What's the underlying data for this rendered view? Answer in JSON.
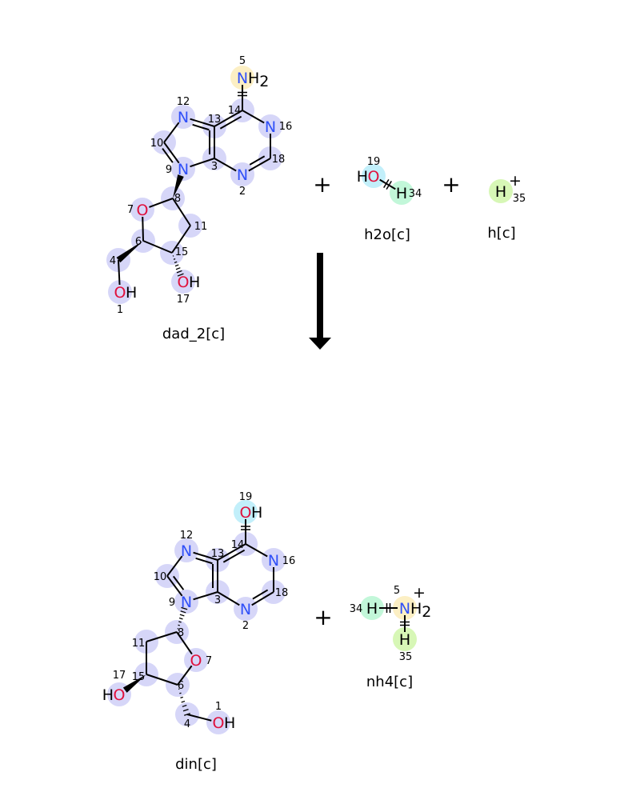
{
  "reaction": {
    "reactants": [
      {
        "name": "dad_2[c]",
        "atoms": [
          {
            "n": "5",
            "sym": "N",
            "suffix": "H2",
            "hl": "#fcefc4"
          },
          {
            "n": "14",
            "sym": "",
            "hl": "#d6d6f8"
          },
          {
            "n": "16",
            "sym": "N",
            "hl": "#d6d6f8"
          },
          {
            "n": "18",
            "sym": "",
            "hl": "#d6d6f8"
          },
          {
            "n": "2",
            "sym": "N",
            "hl": "#d6d6f8"
          },
          {
            "n": "3",
            "sym": "",
            "hl": "#d6d6f8"
          },
          {
            "n": "13",
            "sym": "",
            "hl": "#d6d6f8"
          },
          {
            "n": "12",
            "sym": "N",
            "hl": "#d6d6f8"
          },
          {
            "n": "10",
            "sym": "",
            "hl": "#d6d6f8"
          },
          {
            "n": "9",
            "sym": "N",
            "hl": "#d6d6f8"
          },
          {
            "n": "8",
            "sym": "",
            "hl": "#d6d6f8"
          },
          {
            "n": "7",
            "sym": "O",
            "hl": "#d6d6f8"
          },
          {
            "n": "11",
            "sym": "",
            "hl": "#d6d6f8"
          },
          {
            "n": "15",
            "sym": "",
            "hl": "#d6d6f8"
          },
          {
            "n": "6",
            "sym": "",
            "hl": "#d6d6f8"
          },
          {
            "n": "4",
            "sym": "",
            "hl": "#d6d6f8"
          },
          {
            "n": "1",
            "sym": "O",
            "suffix": "H",
            "hl": "#d6d6f8"
          },
          {
            "n": "17",
            "sym": "O",
            "suffix": "H",
            "hl": "#d6d6f8"
          }
        ]
      },
      {
        "name": "h2o[c]",
        "atoms": [
          {
            "n": "19",
            "sym": "O",
            "prefix": "H",
            "hl": "#c2effa"
          },
          {
            "n": "34",
            "sym": "H",
            "hl": "#c2f7d9"
          }
        ]
      },
      {
        "name": "h[c]",
        "atoms": [
          {
            "n": "35",
            "sym": "H",
            "charge": "+",
            "hl": "#d7f7b6"
          }
        ]
      }
    ],
    "products": [
      {
        "name": "din[c]",
        "atoms": [
          {
            "n": "19",
            "sym": "O",
            "suffix": "H",
            "hl": "#c2effa"
          },
          {
            "n": "14",
            "sym": "",
            "hl": "#d6d6f8"
          },
          {
            "n": "16",
            "sym": "N",
            "hl": "#d6d6f8"
          },
          {
            "n": "18",
            "sym": "",
            "hl": "#d6d6f8"
          },
          {
            "n": "2",
            "sym": "N",
            "hl": "#d6d6f8"
          },
          {
            "n": "3",
            "sym": "",
            "hl": "#d6d6f8"
          },
          {
            "n": "13",
            "sym": "",
            "hl": "#d6d6f8"
          },
          {
            "n": "12",
            "sym": "N",
            "hl": "#d6d6f8"
          },
          {
            "n": "10",
            "sym": "",
            "hl": "#d6d6f8"
          },
          {
            "n": "9",
            "sym": "N",
            "hl": "#d6d6f8"
          },
          {
            "n": "8",
            "sym": "",
            "hl": "#d6d6f8"
          },
          {
            "n": "11",
            "sym": "",
            "hl": "#d6d6f8"
          },
          {
            "n": "7",
            "sym": "O",
            "hl": "#d6d6f8"
          },
          {
            "n": "15",
            "sym": "",
            "hl": "#d6d6f8"
          },
          {
            "n": "6",
            "sym": "",
            "hl": "#d6d6f8"
          },
          {
            "n": "17",
            "sym": "O",
            "prefix": "H",
            "hl": "#d6d6f8"
          },
          {
            "n": "4",
            "sym": "",
            "hl": "#d6d6f8"
          },
          {
            "n": "1",
            "sym": "O",
            "suffix": "H",
            "hl": "#d6d6f8"
          }
        ]
      },
      {
        "name": "nh4[c]",
        "atoms": [
          {
            "n": "34",
            "sym": "H",
            "hl": "#c2f7d9"
          },
          {
            "n": "5",
            "sym": "N",
            "suffix": "H2",
            "charge": "+",
            "hl": "#fcefc4"
          },
          {
            "n": "35",
            "sym": "H",
            "hl": "#d7f7b6"
          }
        ]
      }
    ],
    "plus_sign": "+"
  },
  "colors": {
    "N": "#3050f8",
    "O": "#e0103c",
    "H": "#000000",
    "bond": "#000000"
  }
}
